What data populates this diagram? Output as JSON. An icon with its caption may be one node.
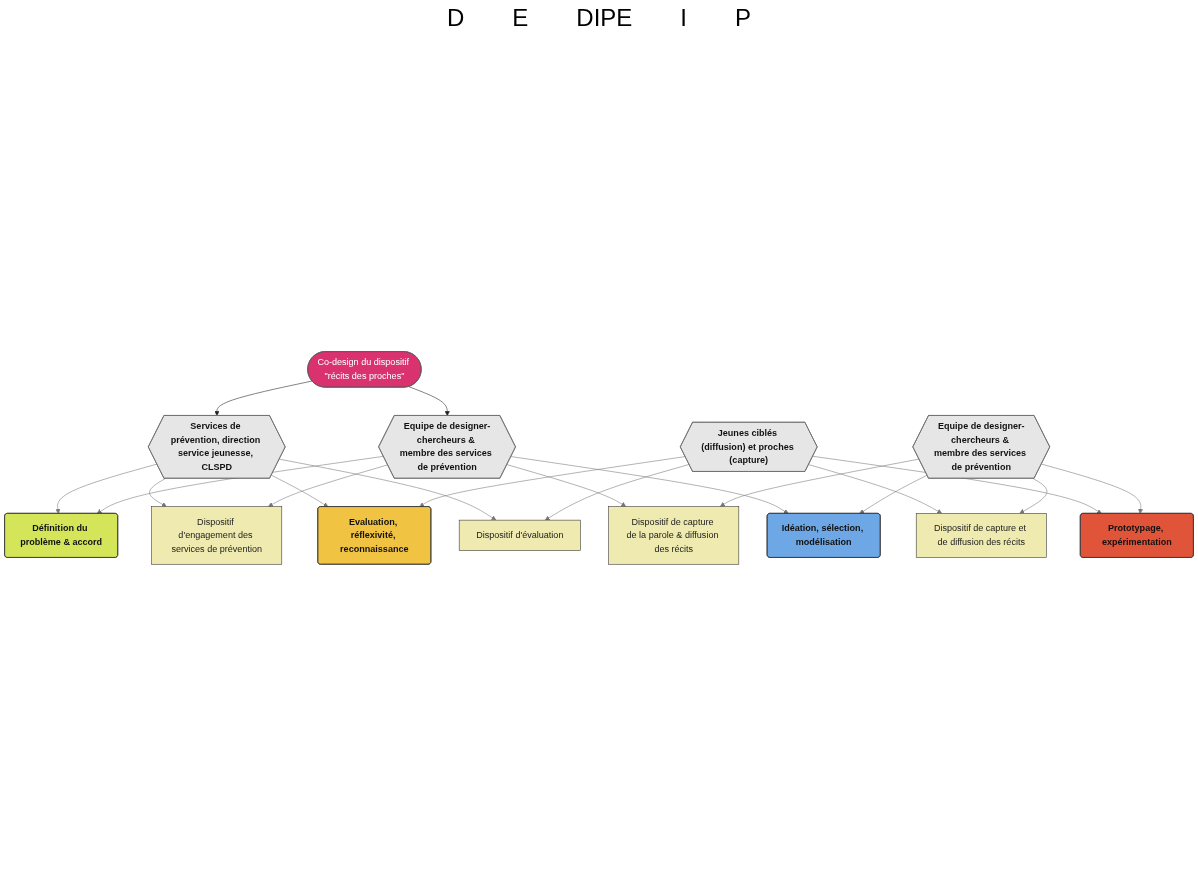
{
  "diagram": {
    "nodes": [
      {
        "text": [
          "Co-design du dispositif \"récits des proches\""
        ]
      },
      {
        "text": [
          "Services de prévention, direction service jeunesse, CLSPD"
        ]
      },
      {
        "text": [
          "Définition du problème & accord"
        ]
      },
      {
        "text": [
          "Dispositif d'engagement des services de prévention"
        ]
      },
      {
        "text": [
          "Equipe de designer-chercheurs & membre des services de prévention"
        ]
      },
      {
        "text": [
          "Evaluation, réflexivité, reconnaissance"
        ]
      },
      {
        "text": [
          "Dispositif d'évaluation"
        ]
      },
      {
        "text": [
          "Dispositif de capture de la parole & diffusion des récits"
        ]
      },
      {
        "text": [
          "Idéation, sélection, modélisation"
        ]
      },
      {
        "text": [
          "Jeunes ciblés (diffusion) et proches (capture)"
        ]
      },
      {
        "text": [
          "Dispositif de capture et de diffusion des récits"
        ]
      },
      {
        "text": [
          "Equipe de designer-chercheurs & membre des services de prévention"
        ]
      },
      {
        "text": [
          "Prototypage, expérimentation"
        ]
      }
    ],
    "edges": [
      {
        "from": 0,
        "to": 1,
        "arrow": "to",
        "color": "#222222"
      },
      {
        "from": 0,
        "to": 4,
        "arrow": "to",
        "color": "#222222"
      },
      {
        "from": 1,
        "to": 2,
        "arrow": "to"
      },
      {
        "from": 1,
        "to": 3,
        "arrow": "to"
      },
      {
        "from": 4,
        "to": 2,
        "arrow": "to"
      },
      {
        "from": 4,
        "to": 3,
        "arrow": "to"
      },
      {
        "from": 1,
        "to": 5,
        "arrow": "to"
      },
      {
        "from": 1,
        "to": 6,
        "arrow": "to"
      },
      {
        "from": 4,
        "to": 7,
        "arrow": "to"
      },
      {
        "from": 4,
        "to": 8,
        "arrow": "to"
      },
      {
        "from": 9,
        "to": 5,
        "arrow": "to"
      },
      {
        "from": 9,
        "to": 6,
        "arrow": "to"
      },
      {
        "from": 11,
        "to": 7,
        "arrow": "to"
      },
      {
        "from": 11,
        "to": 8,
        "arrow": "to"
      },
      {
        "from": 9,
        "to": 10,
        "arrow": "to"
      },
      {
        "from": 9,
        "to": 12,
        "arrow": "to"
      },
      {
        "from": 11,
        "to": 10,
        "arrow": "to"
      },
      {
        "from": 11,
        "to": 12,
        "arrow": "to"
      }
    ],
    "labels": [
      "D",
      "E",
      "DIPE",
      "I",
      "P"
    ]
  }
}
